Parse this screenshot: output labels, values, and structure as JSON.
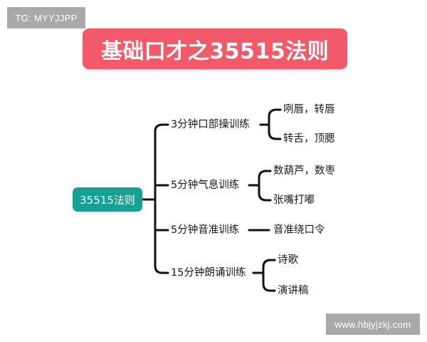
{
  "watermarks": {
    "top_left": "TG: MYYJJPP",
    "bottom_right": "www.hbjyjzkj.com"
  },
  "title": "基础口才之35515法则",
  "colors": {
    "title_bg": "#f25a69",
    "root_bg": "#17a195",
    "watermark_bg": "#a9a9a9",
    "line": "#111111"
  },
  "mindmap": {
    "root": "35515法则",
    "branches": [
      {
        "label": "3分钟口部操训练",
        "children": [
          "咧唇，转唇",
          "转舌，顶腮"
        ]
      },
      {
        "label": "5分钟气息训练",
        "children": [
          "数葫芦，数枣",
          "张嘴打嘟"
        ]
      },
      {
        "label": "5分钟音准训练",
        "children": [
          "音准绕口令"
        ]
      },
      {
        "label": "15分钟朗诵训练",
        "children": [
          "诗歌",
          "演讲稿"
        ]
      }
    ]
  }
}
